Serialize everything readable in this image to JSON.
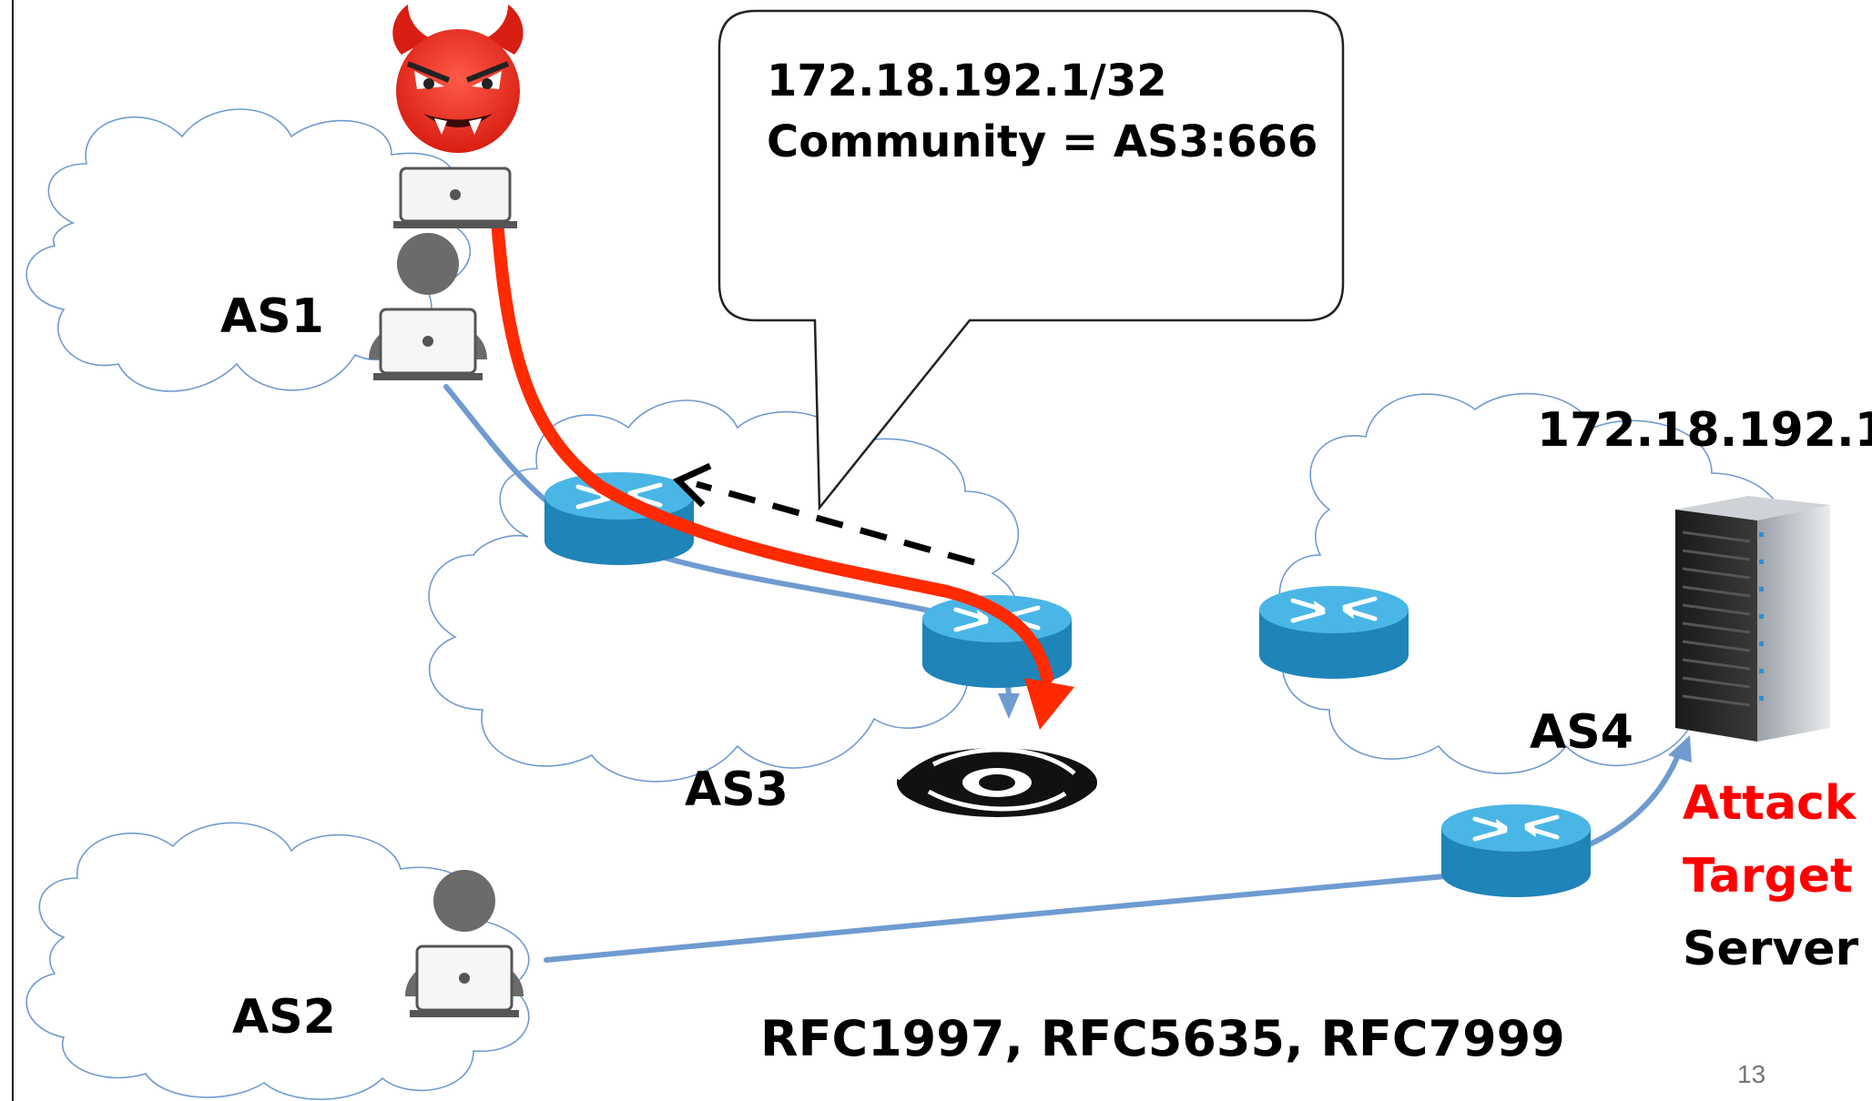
{
  "labels": {
    "as1": "AS1",
    "as2": "AS2",
    "as3": "AS3",
    "as4": "AS4",
    "target_ip": "172.18.192.1",
    "attack": "Attack",
    "target": "Target",
    "server": "Server",
    "rfc": "RFC1997, RFC5635, RFC7999",
    "page_number": "13"
  },
  "callout": {
    "line1": "172.18.192.1/32",
    "line2": "Community = AS3:666"
  },
  "colors": {
    "attack_path": "#ff2a00",
    "normal_path": "#6f9bd0",
    "cloud_stroke": "#6f9bd0",
    "router_top": "#4ab6e6",
    "router_side": "#1f84b8",
    "attack_text": "#ff0000",
    "text": "#000000"
  },
  "icons": {
    "attacker": "devil-face-icon",
    "user": "user-with-laptop-icon",
    "router": "router-icon",
    "server": "server-rack-icon",
    "blackhole": "black-hole-icon"
  }
}
